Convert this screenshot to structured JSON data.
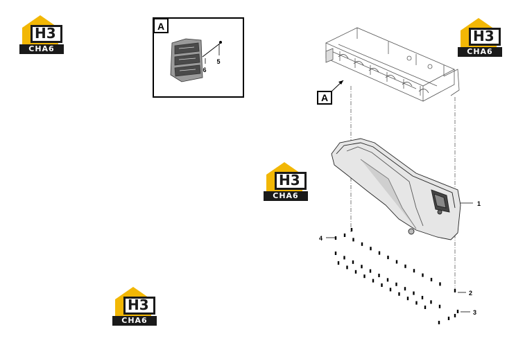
{
  "logo": {
    "mark": "H3",
    "word": "CHA6",
    "colors": {
      "yellow": "#f2b705",
      "dark": "#1a1a1a",
      "white": "#ffffff"
    }
  },
  "view_label": "A",
  "callouts": {
    "oil_pan": "1",
    "bolt_a": "2",
    "bolt_b": "3",
    "bolt_c": "4",
    "detail_5": "5",
    "detail_6": "6"
  },
  "icons": [
    "house-logo-icon",
    "engine-block-drawing",
    "oil-pan-drawing",
    "bolt-icon"
  ]
}
